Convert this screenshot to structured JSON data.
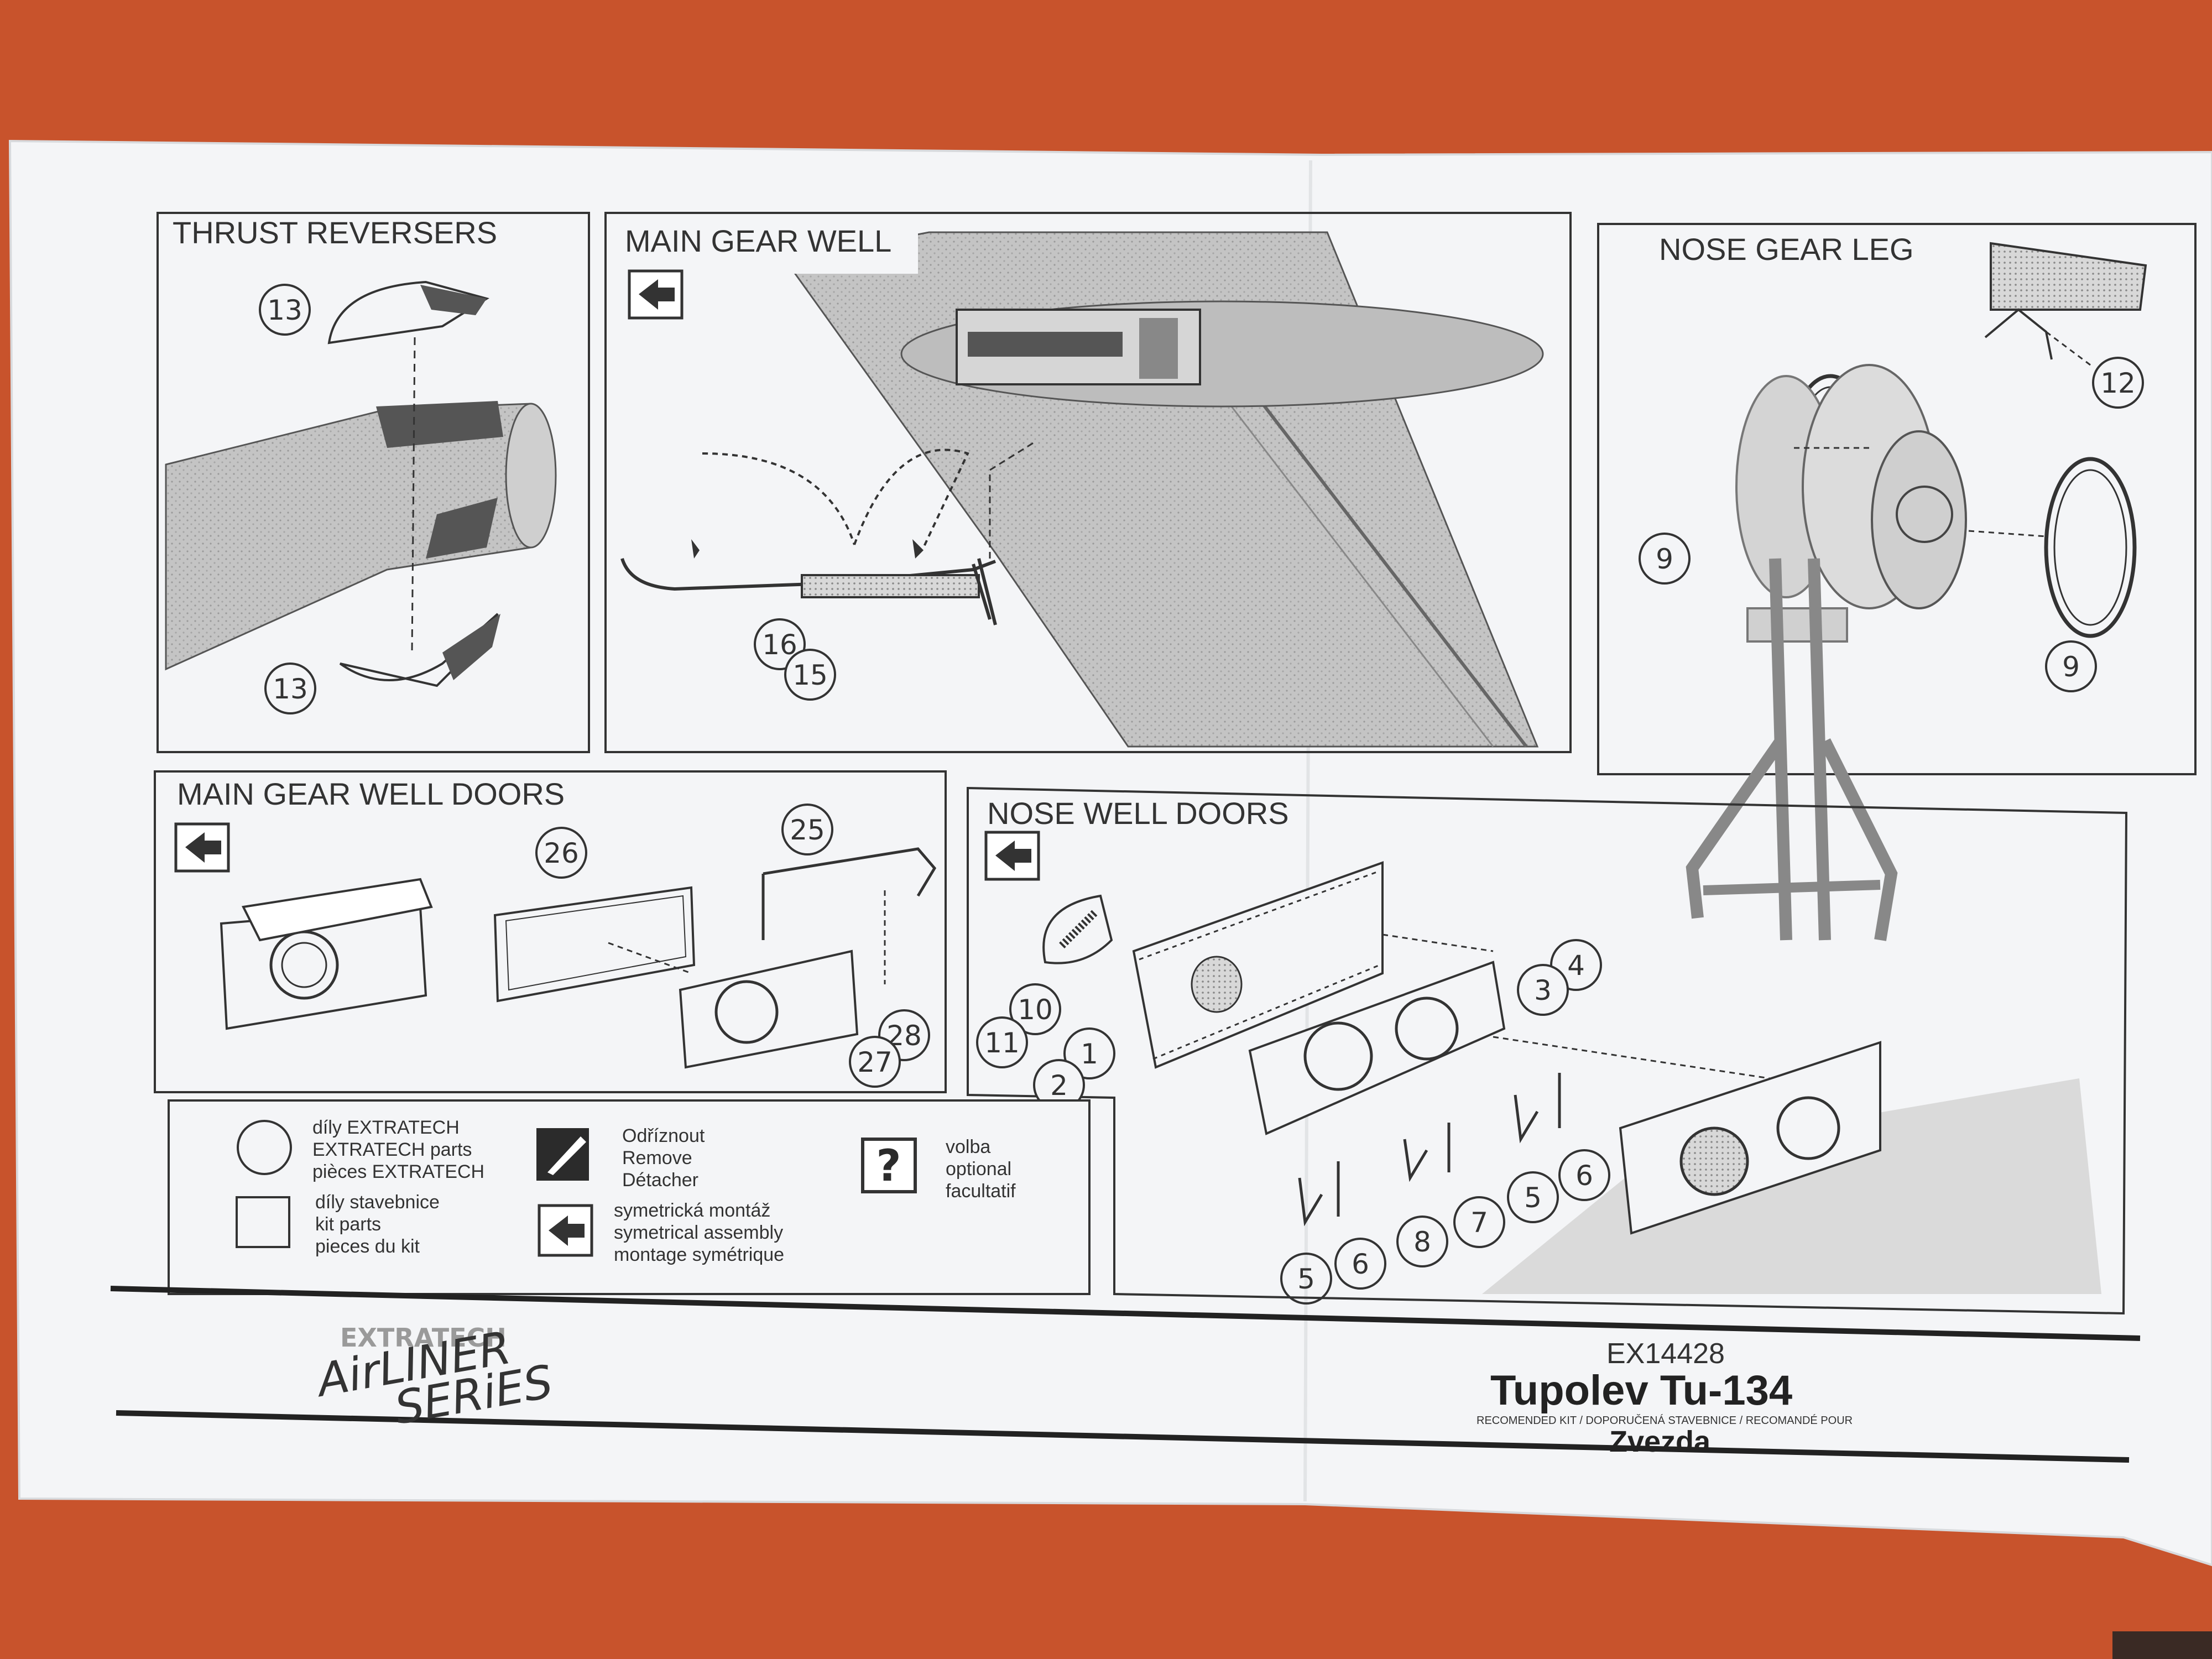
{
  "colors": {
    "background": "#c8532c",
    "paper": "#f4f5f7",
    "ink": "#2b2b2b",
    "halftone": "#b8b8b8"
  },
  "panels": {
    "thrust_reversers": {
      "title": "THRUST REVERSERS",
      "parts": [
        "13",
        "13"
      ]
    },
    "main_gear_well": {
      "title": "MAIN GEAR WELL",
      "parts": [
        "16",
        "15"
      ]
    },
    "nose_gear_leg": {
      "title": "NOSE GEAR LEG",
      "parts": [
        "12",
        "9",
        "9"
      ]
    },
    "main_gear_well_doors": {
      "title": "MAIN GEAR WELL DOORS",
      "parts": [
        "26",
        "25",
        "28",
        "27"
      ]
    },
    "nose_well_doors": {
      "title": "NOSE WELL DOORS",
      "parts": [
        "4",
        "3",
        "10",
        "11",
        "1",
        "2",
        "5",
        "6",
        "8",
        "7",
        "5",
        "6"
      ]
    }
  },
  "legend": {
    "extratech": [
      "díly EXTRATECH",
      "EXTRATECH parts",
      "pièces EXTRATECH"
    ],
    "kit": [
      "díly stavebnice",
      "kit parts",
      "pieces du kit"
    ],
    "remove": [
      "Odříznout",
      "Remove",
      "Détacher"
    ],
    "symmetric": [
      "symetrická montáž",
      "symetrical assembly",
      "montage symétrique"
    ],
    "optional": [
      "volba",
      "optional",
      "facultatif"
    ],
    "question_mark": "?"
  },
  "footer": {
    "brand_logo_text": "EXTRATECH",
    "series_line1": "AirLINER",
    "series_line2": "SERiES",
    "code": "EX14428",
    "title": "Tupolev Tu-134",
    "recommended": "RECOMENDED KIT / DOPORUČENÁ STAVEBNICE / RECOMANDÉ POUR",
    "kit_maker": "Zvezda"
  }
}
